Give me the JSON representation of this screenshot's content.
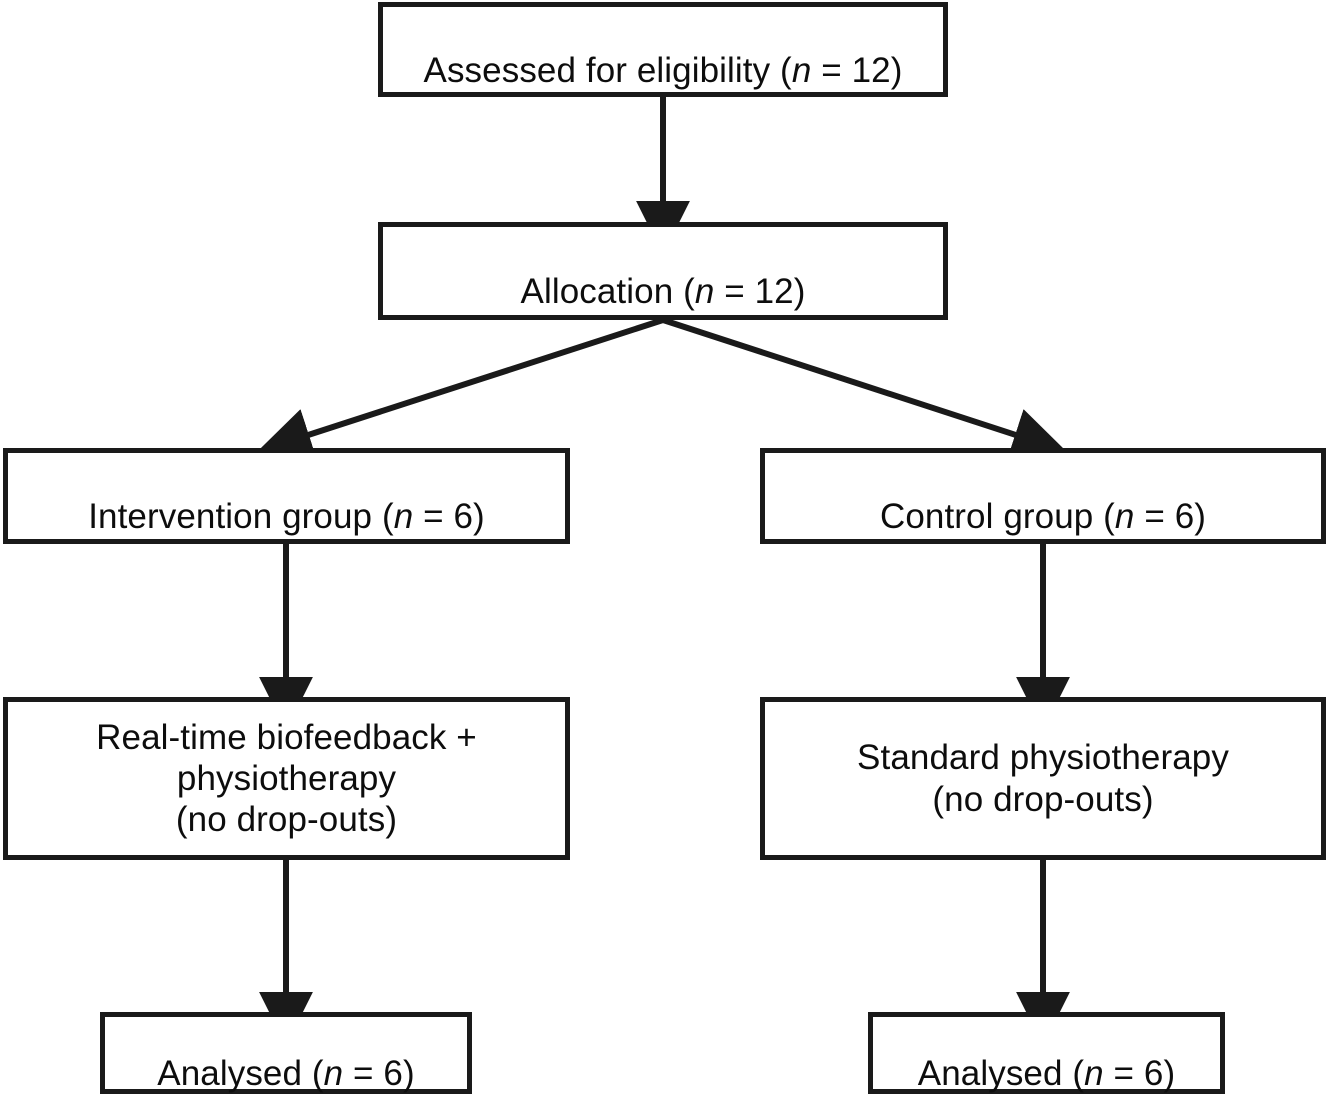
{
  "diagram": {
    "type": "consort-flow-diagram",
    "title": "CONSORT participant flow diagram",
    "colors": {
      "background": "#ffffff",
      "stroke": "#1a1a1a",
      "text": "#0d0d0d"
    },
    "nodes": {
      "assessed": {
        "label": "Assessed for eligibility (n = 12)",
        "text_before": "Assessed for eligibility (",
        "italic": "n",
        "text_after": " = 12)",
        "n": 12
      },
      "allocation": {
        "label": "Allocation (n = 12)",
        "text_before": "Allocation (",
        "italic": "n",
        "text_after": " = 12)",
        "n": 12
      },
      "intervention_group": {
        "label": "Intervention group (n = 6)",
        "text_before": "Intervention group (",
        "italic": "n",
        "text_after": " = 6)",
        "n": 6
      },
      "control_group": {
        "label": "Control group (n = 6)",
        "text_before": "Control group (",
        "italic": "n",
        "text_after": " = 6)",
        "n": 6
      },
      "intervention_treatment": {
        "label": "Real-time biofeedback +\nphysiotherapy\n(no drop-outs)",
        "lines": [
          "Real-time biofeedback +",
          "physiotherapy",
          "(no drop-outs)"
        ]
      },
      "control_treatment": {
        "label": "Standard physiotherapy\n(no drop-outs)",
        "lines": [
          "Standard physiotherapy",
          "(no drop-outs)"
        ]
      },
      "analysed_intervention": {
        "label": "Analysed (n = 6)",
        "text_before": "Analysed (",
        "italic": "n",
        "text_after": " = 6)",
        "n": 6
      },
      "analysed_control": {
        "label": "Analysed (n = 6)",
        "text_before": "Analysed (",
        "italic": "n",
        "text_after": " = 6)",
        "n": 6
      }
    },
    "edges": [
      {
        "from": "assessed",
        "to": "allocation",
        "style": "vertical-arrow"
      },
      {
        "from": "allocation",
        "to": "intervention_group",
        "style": "diagonal-arrow"
      },
      {
        "from": "allocation",
        "to": "control_group",
        "style": "diagonal-arrow"
      },
      {
        "from": "intervention_group",
        "to": "intervention_treatment",
        "style": "vertical-arrow"
      },
      {
        "from": "control_group",
        "to": "control_treatment",
        "style": "vertical-arrow"
      },
      {
        "from": "intervention_treatment",
        "to": "analysed_intervention",
        "style": "vertical-arrow"
      },
      {
        "from": "control_treatment",
        "to": "analysed_control",
        "style": "vertical-arrow"
      }
    ]
  }
}
